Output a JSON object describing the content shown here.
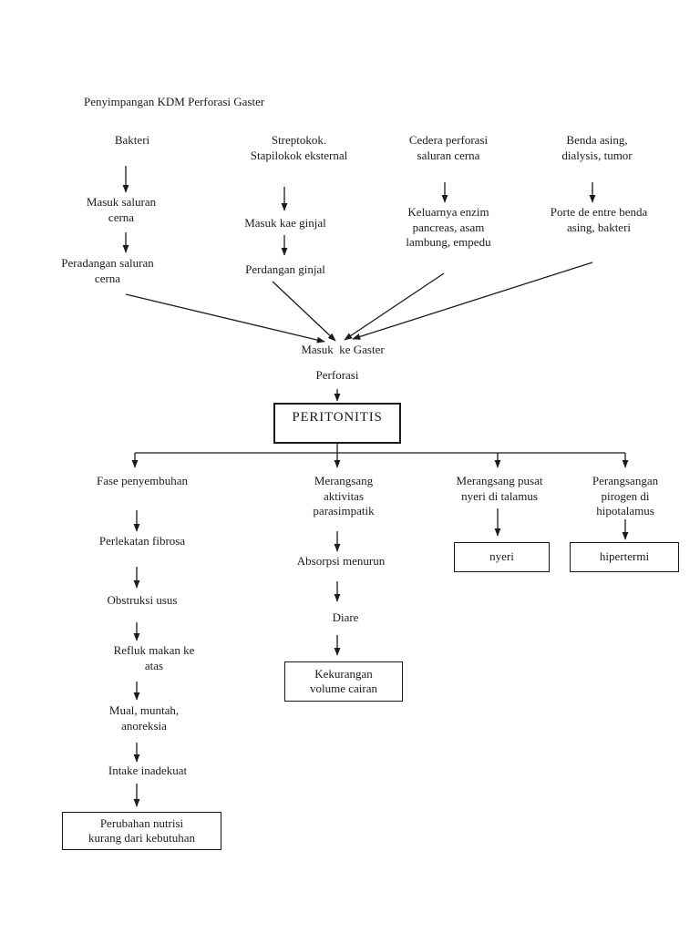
{
  "title": "Penyimpangan KDM Perforasi Gaster",
  "colors": {
    "background": "#ffffff",
    "ink": "#1b1b1b"
  },
  "nodes": {
    "bakteri": {
      "label": "Bakteri"
    },
    "streptokok": {
      "label": "Streptokok.\nStapilokok eksternal"
    },
    "cedera": {
      "label": "Cedera perforasi\nsaluran cerna"
    },
    "benda_asing": {
      "label": "Benda asing,\ndialysis, tumor"
    },
    "masuk_saluran_cerna": {
      "label": "Masuk saluran\ncerna"
    },
    "masuk_kae_ginjal": {
      "label": "Masuk kae ginjal"
    },
    "keluarnya_enzim": {
      "label": "Keluarnya enzim\npancreas, asam\nlambung, empedu"
    },
    "porte_de_entre": {
      "label": "Porte de entre benda\nasing, bakteri"
    },
    "peradangan_saluran_cerna": {
      "label": "Peradangan saluran\ncerna"
    },
    "perdangan_ginjal": {
      "label": "Perdangan ginjal"
    },
    "masuk_ke_gaster": {
      "label": "Masuk  ke Gaster"
    },
    "perforasi": {
      "label": "Perforasi"
    },
    "peritonitis": {
      "label": "PERITONITIS"
    },
    "fase_penyembuhan": {
      "label": "Fase penyembuhan"
    },
    "merangsang_aktivitas": {
      "label": "Merangsang\naktivitas\nparasimpatik"
    },
    "merangsang_pusat_nyeri": {
      "label": "Merangsang pusat\nnyeri di talamus"
    },
    "perangsangan_pirogen": {
      "label": "Perangsangan\npirogen di\nhipotalamus"
    },
    "perlekatan_fibrosa": {
      "label": "Perlekatan fibrosa"
    },
    "absorpsi_menurun": {
      "label": "Absorpsi menurun"
    },
    "nyeri": {
      "label": "nyeri"
    },
    "hipertermi": {
      "label": "hipertermi"
    },
    "obstruksi_usus": {
      "label": "Obstruksi usus"
    },
    "diare": {
      "label": "Diare"
    },
    "refluk_makan": {
      "label": "Refluk makan ke\natas"
    },
    "kekurangan_volume": {
      "label": "Kekurangan\nvolume cairan"
    },
    "mual_muntah": {
      "label": "Mual, muntah,\nanoreksia"
    },
    "intake_inadekuat": {
      "label": "Intake inadekuat"
    },
    "perubahan_nutrisi": {
      "label": "Perubahan nutrisi\nkurang dari kebutuhan"
    }
  }
}
